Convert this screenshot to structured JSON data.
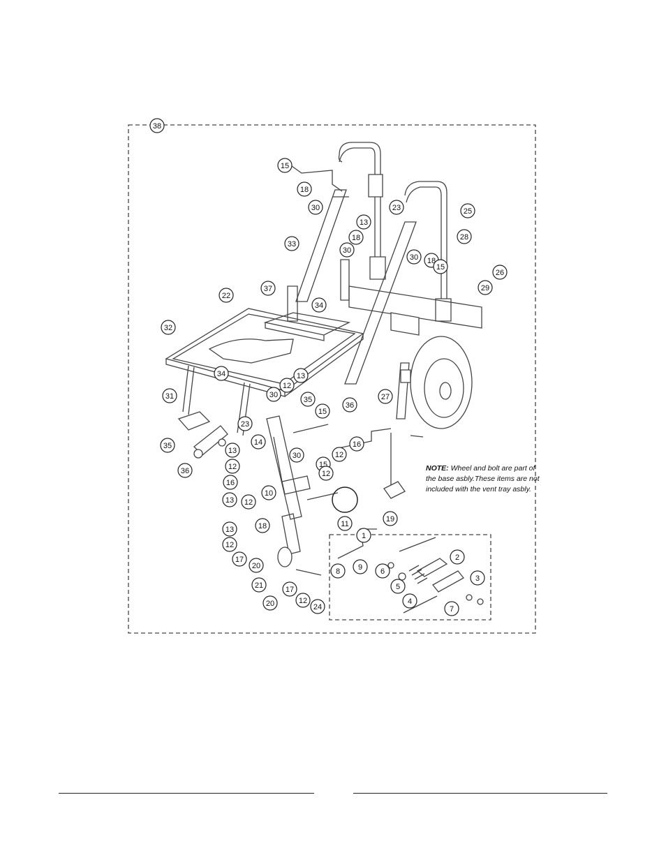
{
  "callouts": [
    {
      "label": "38"
    },
    {
      "label": "15"
    },
    {
      "label": "18"
    },
    {
      "label": "30"
    },
    {
      "label": "13"
    },
    {
      "label": "23"
    },
    {
      "label": "25"
    },
    {
      "label": "18"
    },
    {
      "label": "30"
    },
    {
      "label": "28"
    },
    {
      "label": "33"
    },
    {
      "label": "30"
    },
    {
      "label": "18"
    },
    {
      "label": "15"
    },
    {
      "label": "26"
    },
    {
      "label": "29"
    },
    {
      "label": "37"
    },
    {
      "label": "22"
    },
    {
      "label": "34"
    },
    {
      "label": "32"
    },
    {
      "label": "34"
    },
    {
      "label": "13"
    },
    {
      "label": "12"
    },
    {
      "label": "30"
    },
    {
      "label": "35"
    },
    {
      "label": "36"
    },
    {
      "label": "27"
    },
    {
      "label": "31"
    },
    {
      "label": "15"
    },
    {
      "label": "23"
    },
    {
      "label": "35"
    },
    {
      "label": "14"
    },
    {
      "label": "16"
    },
    {
      "label": "13"
    },
    {
      "label": "30"
    },
    {
      "label": "12"
    },
    {
      "label": "36"
    },
    {
      "label": "12"
    },
    {
      "label": "15"
    },
    {
      "label": "16"
    },
    {
      "label": "12"
    },
    {
      "label": "13"
    },
    {
      "label": "10"
    },
    {
      "label": "12"
    },
    {
      "label": "11"
    },
    {
      "label": "19"
    },
    {
      "label": "18"
    },
    {
      "label": "1"
    },
    {
      "label": "13"
    },
    {
      "label": "12"
    },
    {
      "label": "17"
    },
    {
      "label": "20"
    },
    {
      "label": "9"
    },
    {
      "label": "8"
    },
    {
      "label": "2"
    },
    {
      "label": "6"
    },
    {
      "label": "21"
    },
    {
      "label": "3"
    },
    {
      "label": "5"
    },
    {
      "label": "20"
    },
    {
      "label": "17"
    },
    {
      "label": "12"
    },
    {
      "label": "24"
    },
    {
      "label": "4"
    },
    {
      "label": "7"
    }
  ],
  "note": {
    "prefix": "NOTE:",
    "text": " Wheel and bolt are part of the base asbly.These items are not included with the vent tray asbly."
  }
}
